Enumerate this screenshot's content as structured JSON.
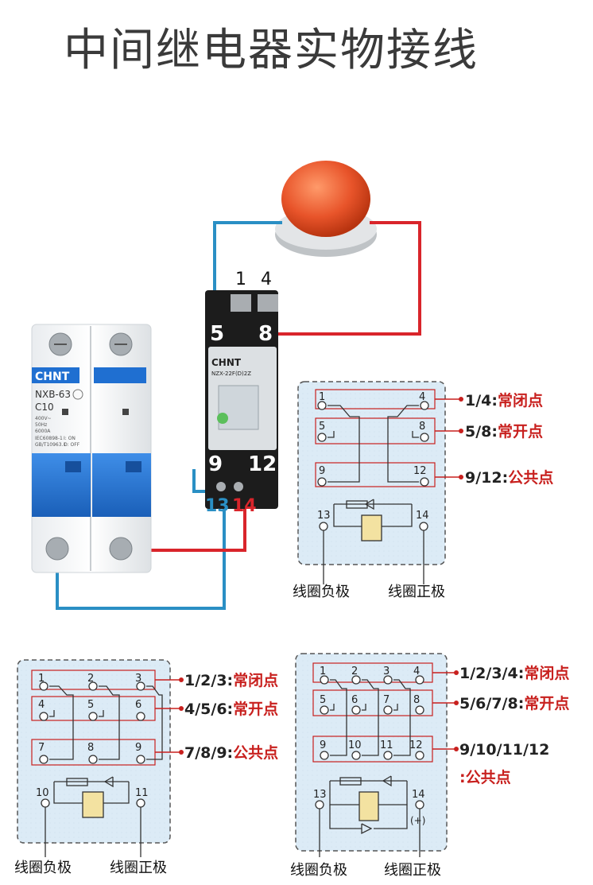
{
  "title": "中间继电器实物接线",
  "breaker": {
    "brand": "CHNT",
    "model": "NXB-63",
    "rating": "C10",
    "spec1": "400V~",
    "spec2": "50Hz",
    "spec3": "6000A",
    "std1": "IEC60898-1",
    "std2": "GB/T10963.1",
    "on_label": "I: ON",
    "off_label": "O: OFF"
  },
  "relay": {
    "brand": "CHNT",
    "model": "NZX-22F(D)2Z",
    "top_terminals": [
      "1",
      "4"
    ],
    "terminals_row1": [
      "5",
      "8"
    ],
    "terminals_row2": [
      "9",
      "12"
    ],
    "coil_terminals": [
      "13",
      "14"
    ]
  },
  "diagram_2z": {
    "pins": [
      "1",
      "4",
      "5",
      "8",
      "9",
      "12",
      "13",
      "14"
    ],
    "legend": [
      {
        "num": "1/4:",
        "text": "常闭点"
      },
      {
        "num": "5/8:",
        "text": "常开点"
      },
      {
        "num": "9/12:",
        "text": "公共点"
      }
    ],
    "coil_neg": "线圈负极",
    "coil_pos": "线圈正极"
  },
  "diagram_3z": {
    "pins": [
      "1",
      "2",
      "3",
      "4",
      "5",
      "6",
      "7",
      "8",
      "9",
      "10",
      "11"
    ],
    "legend": [
      {
        "num": "1/2/3:",
        "text": "常闭点"
      },
      {
        "num": "4/5/6:",
        "text": "常开点"
      },
      {
        "num": "7/8/9:",
        "text": "公共点"
      }
    ],
    "coil_neg": "线圈负极",
    "coil_pos": "线圈正极"
  },
  "diagram_4z": {
    "pins": [
      "1",
      "2",
      "3",
      "4",
      "5",
      "6",
      "7",
      "8",
      "9",
      "10",
      "11",
      "12",
      "13",
      "14"
    ],
    "plus": "(+)",
    "legend": [
      {
        "num": "1/2/3/4:",
        "text": "常闭点"
      },
      {
        "num": "5/6/7/8:",
        "text": "常开点"
      },
      {
        "num": "9/10/11/12",
        "text": ""
      },
      {
        "num": "",
        "text": ":公共点"
      }
    ],
    "coil_neg": "线圈负极",
    "coil_pos": "线圈正极"
  },
  "colors": {
    "wire_red": "#d9252b",
    "wire_blue": "#2a8fc4",
    "legend_red": "#c8201e",
    "box_fill": "#dcebf6",
    "breaker_blue": "#1f6fd1",
    "button_red": "#e8542a"
  }
}
